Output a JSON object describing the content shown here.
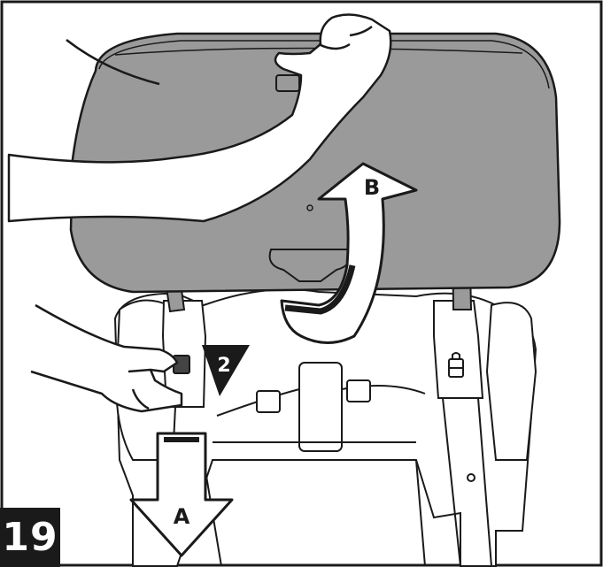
{
  "step": {
    "number": "19"
  },
  "labels": {
    "arrow_a": "A",
    "arrow_b": "B",
    "marker_2": "2"
  },
  "colors": {
    "outline": "#1a1a1a",
    "headrest_fill": "#9a9a9a",
    "seat_fill": "#ffffff",
    "skin_fill": "#ffffff",
    "badge_bg": "#1a1a1a",
    "badge_text": "#ffffff"
  },
  "icons": [
    "hand-pressing-icon",
    "hand-pulling-icon",
    "rotate-arrow-icon",
    "down-arrow-icon",
    "lock-icon"
  ]
}
